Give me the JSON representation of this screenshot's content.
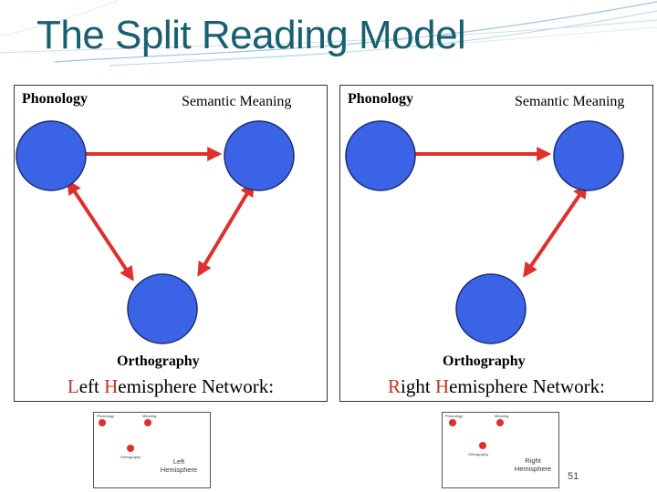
{
  "slide": {
    "title": "The Split Reading Model",
    "page_number": "51",
    "colors": {
      "title": "#17606e",
      "node_fill": "#3a63e6",
      "arrow": "#e0302c",
      "highlight_letter": "#c0391f",
      "thumbnail_dot": "#e0302c"
    }
  },
  "left_panel": {
    "nodes": {
      "phonology": "Phonology",
      "semantic": "Semantic Meaning",
      "orthography": "Orthography"
    },
    "network_title": {
      "first_initial": "L",
      "first_rest": "eft ",
      "second_initial": "H",
      "second_rest": "emisphere Network:"
    }
  },
  "right_panel": {
    "nodes": {
      "phonology": "Phonology",
      "semantic": "Semantic Meaning",
      "orthography": "Orthography"
    },
    "network_title": {
      "first_initial": "R",
      "first_rest": "ight ",
      "second_initial": "H",
      "second_rest": "emisphere Network:"
    }
  },
  "left_thumbnail": {
    "phonology": "Phonology",
    "semantic": "Meaning",
    "orthography": "Orthography",
    "caption_line1": "Left",
    "caption_line2": "Hemisphere"
  },
  "right_thumbnail": {
    "phonology": "Phonology",
    "semantic": "Meaning",
    "orthography": "Orthography",
    "caption_line1": "Right",
    "caption_line2": "Hemisphere"
  }
}
